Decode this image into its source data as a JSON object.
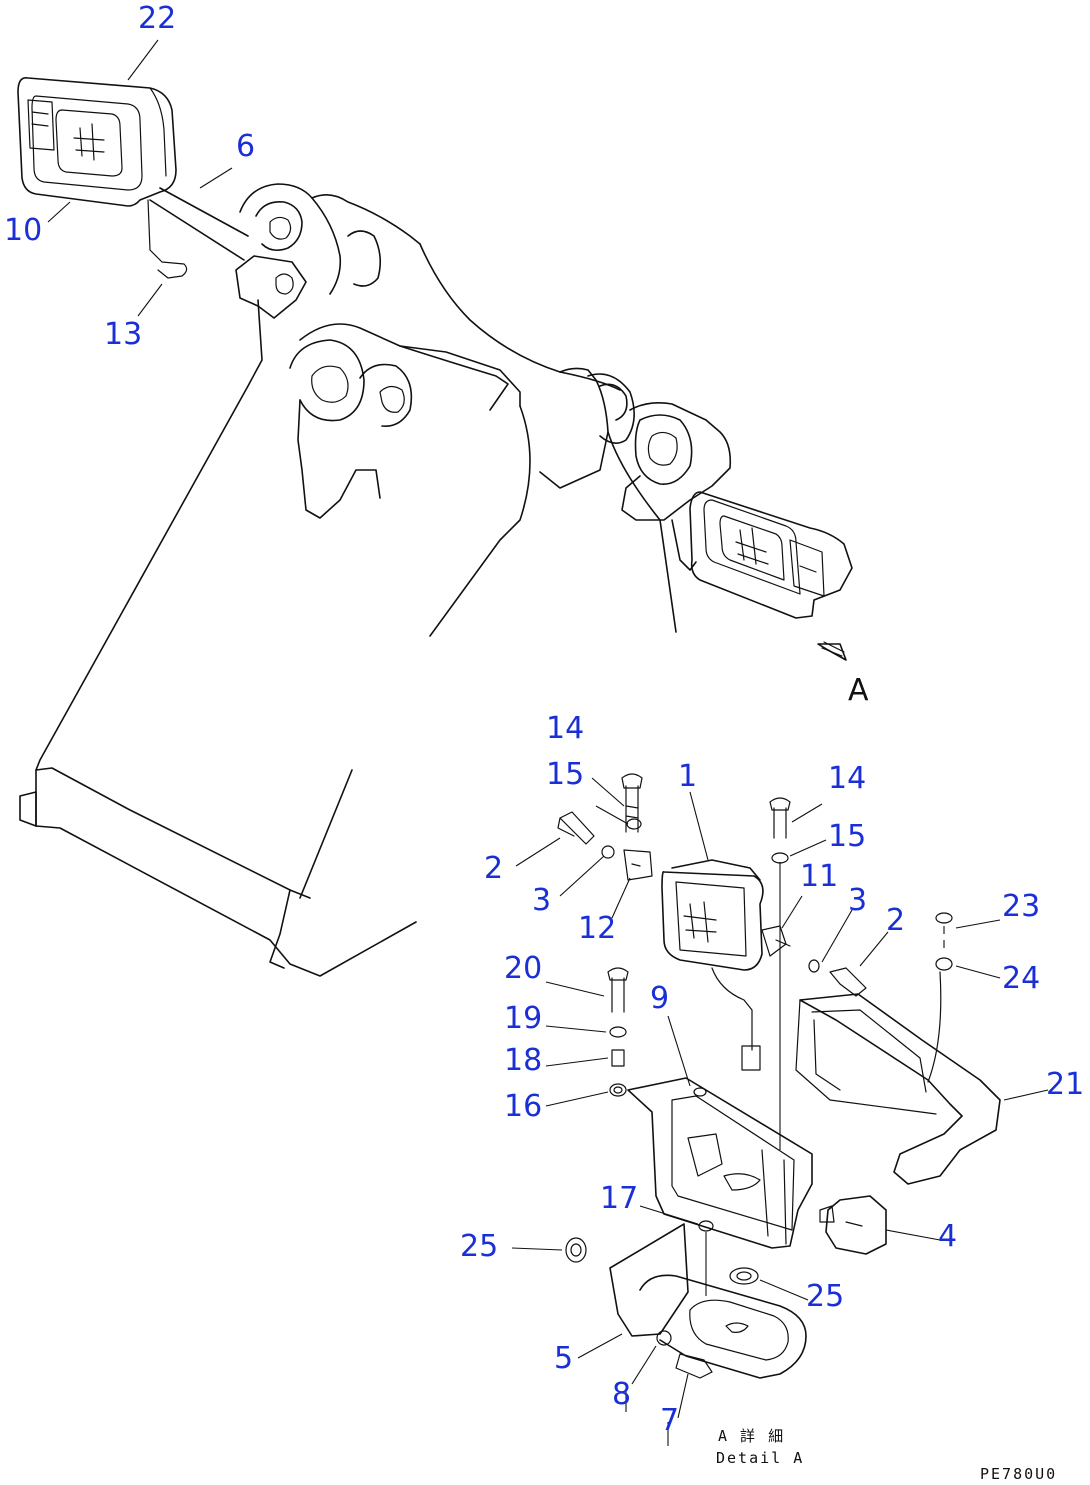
{
  "callouts": {
    "c22": "22",
    "c6": "6",
    "c10": "10",
    "c13": "13",
    "c14a": "14",
    "c15a": "15",
    "c2a": "2",
    "c3a": "3",
    "c12": "12",
    "c1": "1",
    "c14b": "14",
    "c15b": "15",
    "c11": "11",
    "c3b": "3",
    "c2b": "2",
    "c23": "23",
    "c24": "24",
    "c21": "21",
    "c20": "20",
    "c19": "19",
    "c18": "18",
    "c16": "16",
    "c9": "9",
    "c17": "17",
    "c4": "4",
    "c25a": "25",
    "c25b": "25",
    "c5": "5",
    "c8": "8",
    "c7": "7"
  },
  "view_arrow_label": "A",
  "detail_caption_jp": "A 詳 細",
  "detail_caption_en": "Detail A",
  "drawing_code": "PE780U0",
  "colors": {
    "callout": "#1a2fd6",
    "line": "#111111"
  }
}
